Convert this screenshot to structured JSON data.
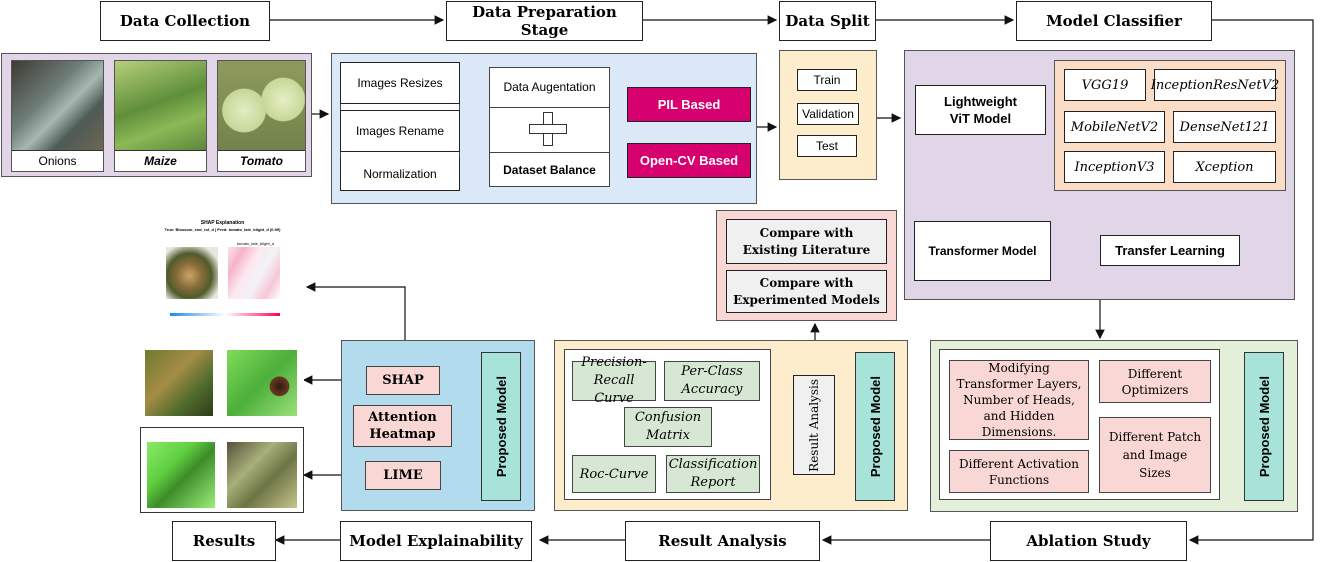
{
  "stages": {
    "data_collection": "Data Collection",
    "data_preparation": "Data Preparation Stage",
    "data_split": "Data Split",
    "model_classifier": "Model Classifier",
    "ablation_study": "Ablation Study",
    "result_analysis": "Result Analysis",
    "model_explainability": "Model Explainability",
    "results": "Results"
  },
  "datasets": [
    "Onions",
    "Maize",
    "Tomato"
  ],
  "preparation": {
    "steps": [
      "Images Resizes",
      "Images Rename",
      "Normalization"
    ],
    "augmentation": "Data Augentation",
    "plus": "+",
    "balance": "Dataset Balance",
    "pil": "PIL Based",
    "opencv": "Open-CV Based"
  },
  "split": [
    "Train",
    "Validation",
    "Test"
  ],
  "classifier": {
    "vit_line1": "Lightweight",
    "vit_line2": "ViT Model",
    "transformer": "Transformer Model",
    "transfer": "Transfer Learning",
    "models": [
      "VGG19",
      "InceptionResNetV2",
      "MobileNetV2",
      "DenseNet121",
      "InceptionV3",
      "Xception"
    ]
  },
  "compare": [
    "Compare with Existing Literature",
    "Compare with Experimented Models"
  ],
  "ablation": {
    "modifying": "Modifying Transformer Layers, Number of Heads, and Hidden Dimensions.",
    "optimizers": "Different Optimizers",
    "activation": "Different Activation Functions",
    "patch": "Different Patch and Image Sizes",
    "proposed": "Proposed Model"
  },
  "analysis": {
    "pr_curve": "Precision-Recall Curve",
    "per_class": "Per-Class Accuracy",
    "confusion": "Confusion Matrix",
    "roc": "Roc-Curve",
    "report": "Classification Report",
    "result_label": "Result Analysis",
    "proposed": "Proposed Model"
  },
  "explain": {
    "shap": "SHAP",
    "attention_line1": "Attention",
    "attention_line2": "Heatmap",
    "lime": "LIME",
    "proposed": "Proposed Model"
  },
  "shap_image": {
    "title": "SHAP Explanation",
    "subtitle": "True: Blossom_end_rot_d  |  Pred: tomato_late_blight_d (0.99)",
    "panel": "tomato_late_blight_d"
  },
  "colors": {
    "purple": "#e3d5e8",
    "blue": "#dbe8f7",
    "yellow": "#fdedcc",
    "lavender": "#e1d5e8",
    "peach": "#fbdcc4",
    "pink": "#f8d7d4",
    "green": "#e4efd9",
    "teal": "#a8e3d9",
    "magenta": "#d6006e"
  }
}
